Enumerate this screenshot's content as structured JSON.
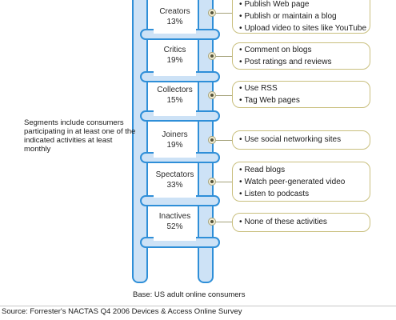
{
  "segments": [
    {
      "name": "Creators",
      "pct": "13%",
      "activities": [
        "Publish Web page",
        "Publish or maintain a blog",
        "Upload video to sites like YouTube"
      ]
    },
    {
      "name": "Critics",
      "pct": "19%",
      "activities": [
        "Comment on blogs",
        "Post ratings and reviews"
      ]
    },
    {
      "name": "Collectors",
      "pct": "15%",
      "activities": [
        "Use RSS",
        "Tag Web pages"
      ]
    },
    {
      "name": "Joiners",
      "pct": "19%",
      "activities": [
        "Use social networking sites"
      ]
    },
    {
      "name": "Spectators",
      "pct": "33%",
      "activities": [
        "Read blogs",
        "Watch peer-generated video",
        "Listen to podcasts"
      ]
    },
    {
      "name": "Inactives",
      "pct": "52%",
      "activities": [
        "None of these activities"
      ]
    }
  ],
  "notes": {
    "segment_definition": "Segments include consumers participating in at least one of the indicated activities at least monthly",
    "base": "Base: US adult online consumers",
    "source": "Source: Forrester's NACTAS Q4 2006 Devices & Access Online Survey"
  },
  "colors": {
    "ladder_fill": "#cde2f6",
    "ladder_stroke": "#2f8fd8",
    "box_border": "#c9bf7e"
  }
}
